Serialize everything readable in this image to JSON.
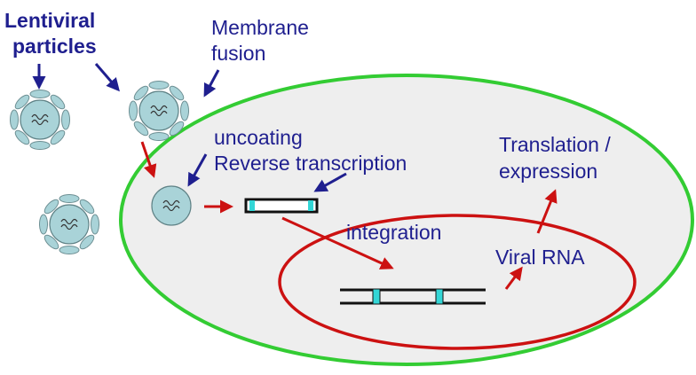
{
  "labels": {
    "lentiviral_line1": "Lentiviral",
    "lentiviral_line2": "particles",
    "membrane_line1": "Membrane",
    "membrane_line2": "fusion",
    "uncoating": "uncoating",
    "reverse_transcription": "Reverse transcription",
    "translation_line1": "Translation /",
    "translation_line2": "expression",
    "integration": "integration",
    "viral_rna": "Viral RNA"
  },
  "colors": {
    "cell_membrane": "#33cc33",
    "cytoplasm": "#eeeeee",
    "nucleus_membrane": "#cc1111",
    "red_arrow": "#cc1111",
    "blue_arrow": "#1f1f8f",
    "label_text": "#1f1f8f",
    "virus_fill": "#a9d3d8",
    "dna_marker": "#33d6d6"
  },
  "icons": {
    "virus": "lentiviral-particle-icon",
    "dna": "dna-strand-icon"
  }
}
